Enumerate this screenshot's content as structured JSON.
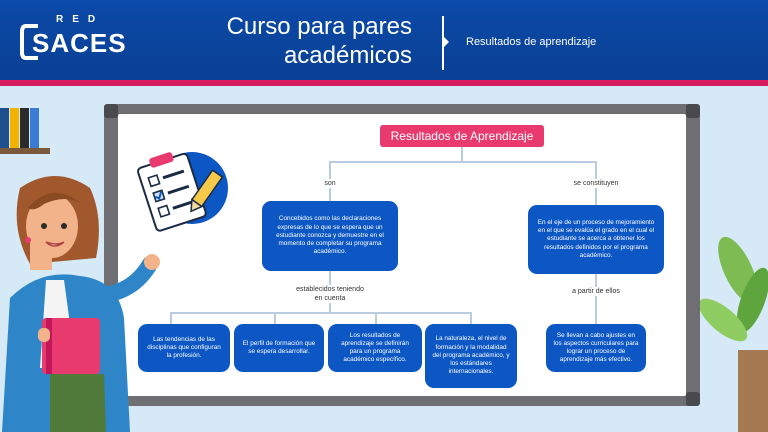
{
  "header": {
    "logo_top": "RED",
    "logo_main": "SACES",
    "course_title_line1": "Curso para pares",
    "course_title_line2": "académicos",
    "section": "Resultados de aprendizaje"
  },
  "map": {
    "title": "Resultados de Aprendizaje",
    "left_connector": "son",
    "right_connector": "se constituyen",
    "left_box": "Concebidos como las declaraciones expresas de lo que se espera que un estudiante conozca y demuestre en el momento de completar su programa académico.",
    "right_box": "En el eje de un proceso de mejoramiento en el que se evalúa el grado en el cual el estudiante se acerca a obtener los resultados definidos por el programa académico.",
    "mid_connector_line1": "establecidos teniendo",
    "mid_connector_line2": "en cuenta",
    "right_mid_connector": "a partir de ellos",
    "bottom_boxes": [
      "Las tendencias de las disciplinas que configuran la profesión.",
      "El perfil de formación que se espera desarrollar.",
      "Los resultados de aprendizaje se definirán para un programa académico específico.",
      "La naturaleza, el nivel de formación y la modalidad del programa académico, y los estándares internacionales."
    ],
    "right_bottom_box": "Se llevan a cabo ajustes en los aspectos curriculares para lograr un proceso de aprendizaje más efectivo."
  },
  "colors": {
    "header_blue": "#0b4aa8",
    "accent_pink": "#e83a6e",
    "box_blue": "#0c57c4",
    "background": "#d6e9f7"
  }
}
